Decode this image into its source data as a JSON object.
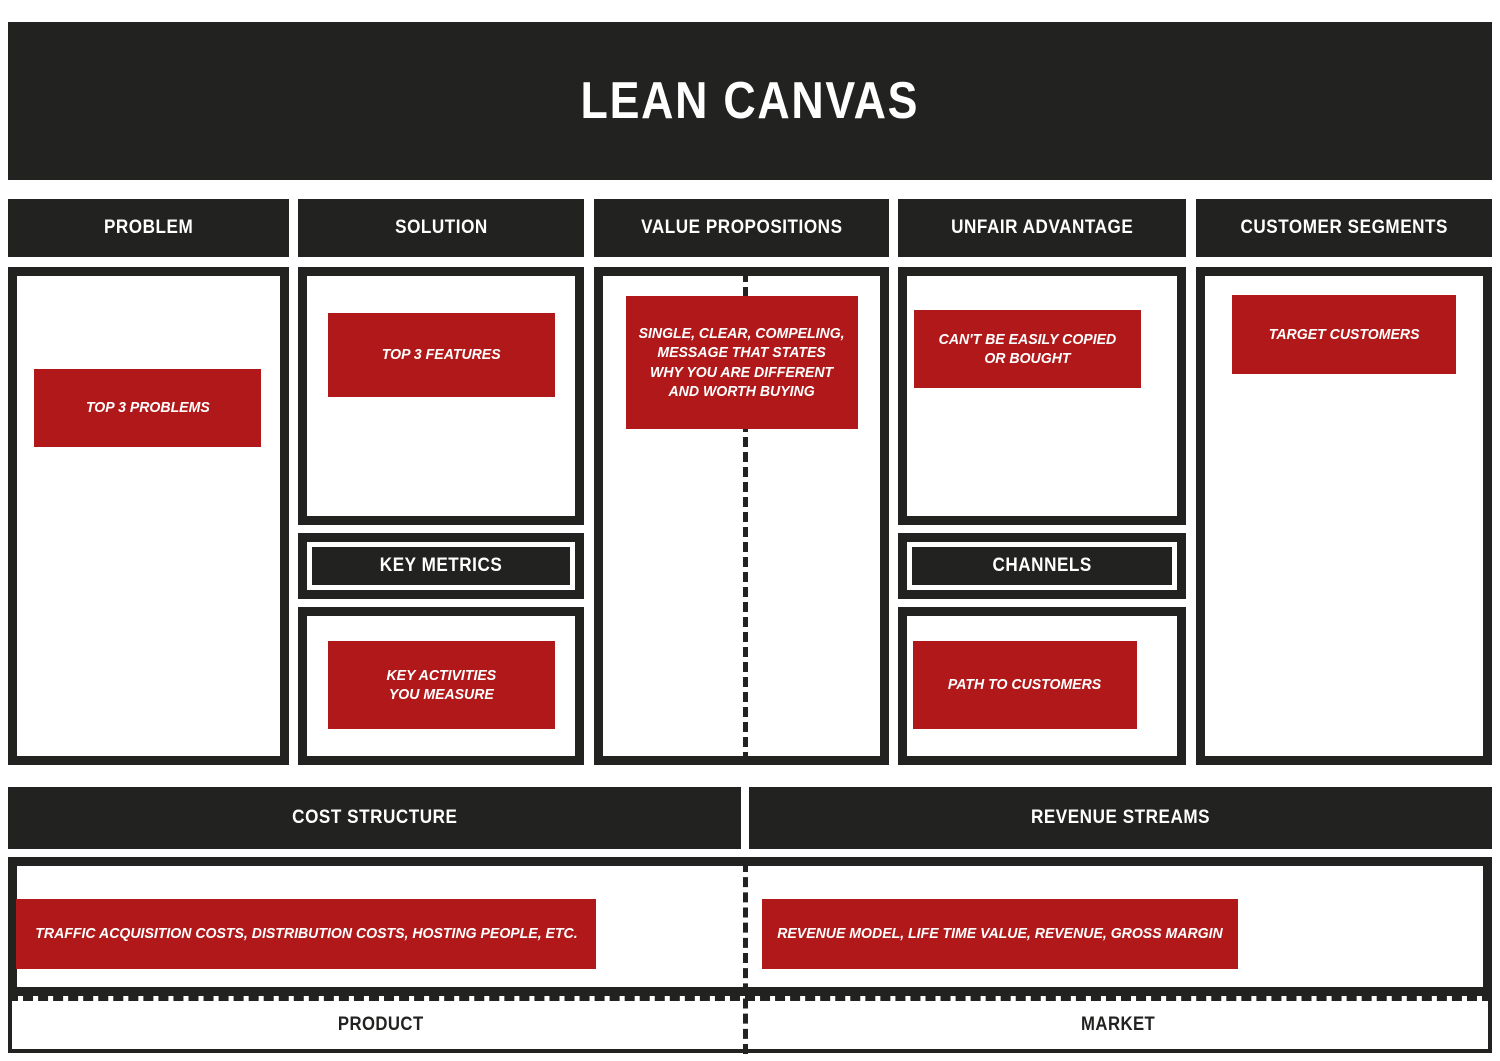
{
  "title": "LEAN CANVAS",
  "colors": {
    "dark": "#222221",
    "red": "#B01819",
    "white": "#FFFFFF"
  },
  "columns": {
    "problem": {
      "header": "PROBLEM",
      "note": "TOP 3 PROBLEMS"
    },
    "solution": {
      "header": "SOLUTION",
      "note": "TOP 3 FEATURES",
      "sub_header": "KEY METRICS",
      "sub_note": "KEY ACTIVITIES\nYOU MEASURE"
    },
    "value_propositions": {
      "header": "VALUE PROPOSITIONS",
      "note": "SINGLE, CLEAR, COMPELING,\nMESSAGE THAT STATES\nWHY YOU ARE DIFFERENT\nAND WORTH BUYING"
    },
    "unfair_advantage": {
      "header": "UNFAIR ADVANTAGE",
      "note": "CAN'T BE EASILY COPIED\nOR BOUGHT",
      "sub_header": "CHANNELS",
      "sub_note": "PATH TO CUSTOMERS"
    },
    "customer_segments": {
      "header": "CUSTOMER SEGMENTS",
      "note": "TARGET CUSTOMERS"
    }
  },
  "bottom": {
    "cost_structure": {
      "header": "COST STRUCTURE",
      "note": "TRAFFIC ACQUISITION COSTS, DISTRIBUTION COSTS, HOSTING PEOPLE, ETC."
    },
    "revenue_streams": {
      "header": "REVENUE STREAMS",
      "note": "REVENUE MODEL, LIFE TIME VALUE, REVENUE, GROSS MARGIN"
    }
  },
  "footer": {
    "left_label": "PRODUCT",
    "right_label": "MARKET"
  }
}
